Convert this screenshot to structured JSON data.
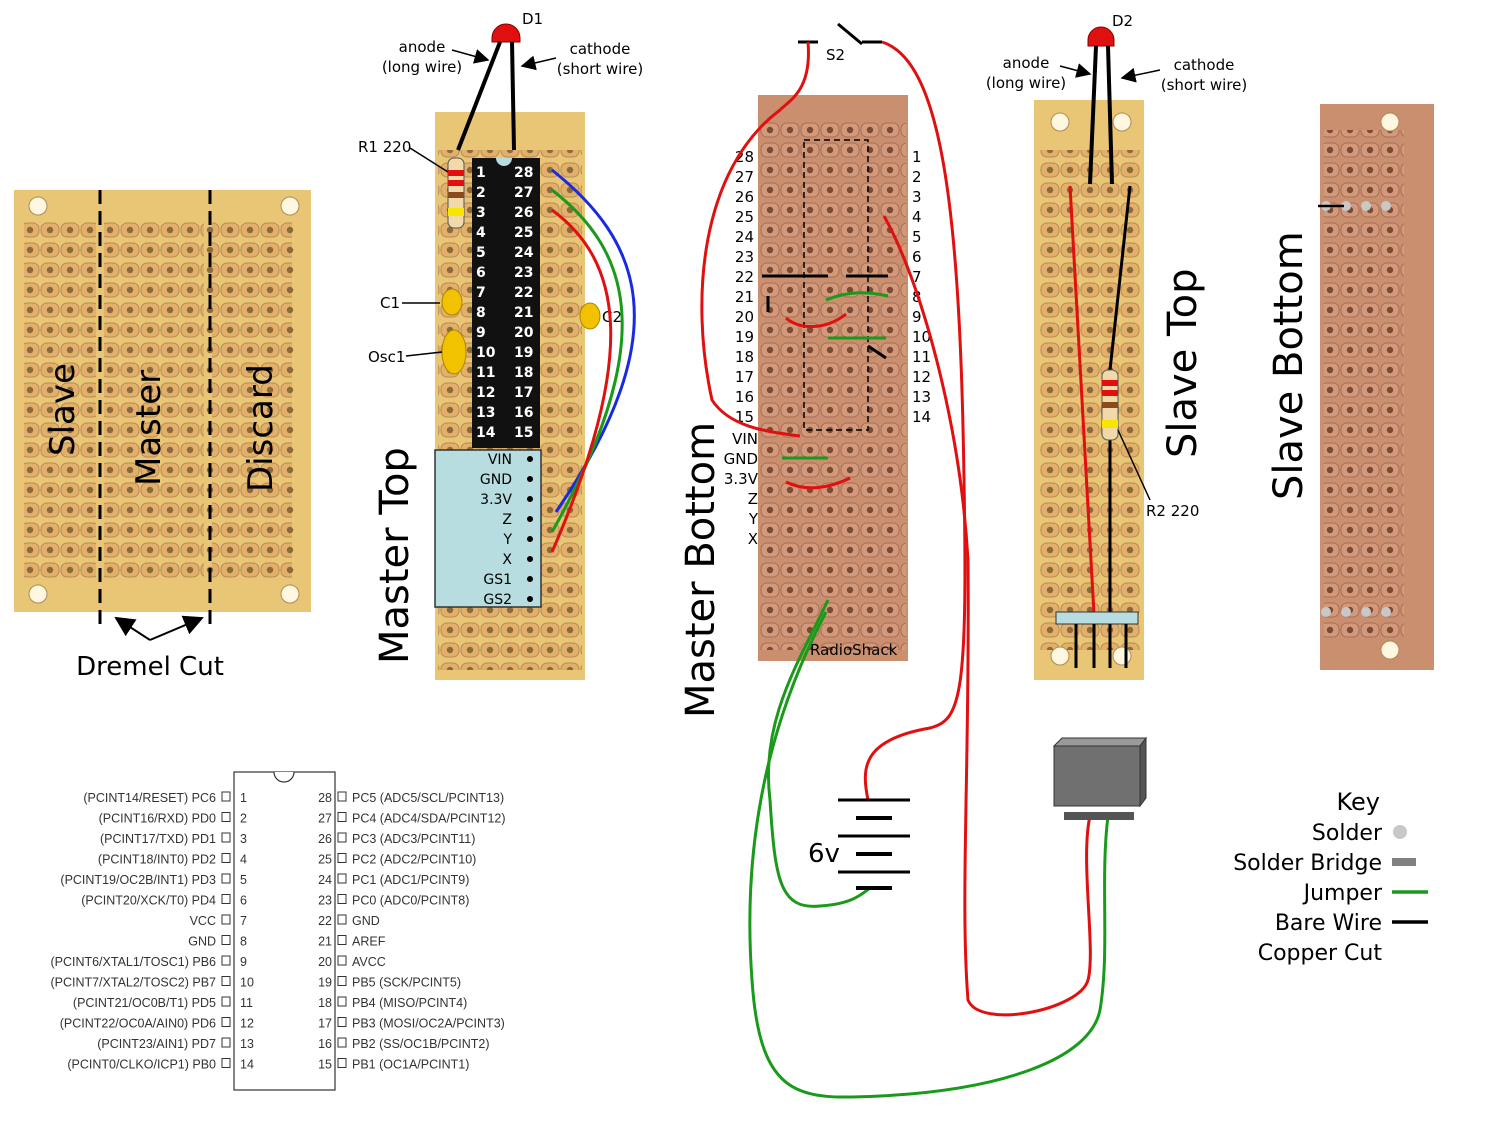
{
  "boards": {
    "overview": {
      "left": "Slave",
      "middle": "Master",
      "right": "Discard",
      "cut_label": "Dremel Cut"
    },
    "master_top": {
      "title": "Master Top",
      "led": {
        "name": "D1",
        "anode": "anode",
        "anode_sub": "(long wire)",
        "cathode": "cathode",
        "cathode_sub": "(short wire)"
      },
      "resistor": "R1 220",
      "c1": "C1",
      "c2": "C2",
      "osc": "Osc1",
      "chip_left": [
        "1",
        "2",
        "3",
        "4",
        "5",
        "6",
        "7",
        "8",
        "9",
        "10",
        "11",
        "12",
        "13",
        "14"
      ],
      "chip_right": [
        "28",
        "27",
        "26",
        "25",
        "24",
        "23",
        "22",
        "21",
        "20",
        "19",
        "18",
        "17",
        "16",
        "15"
      ],
      "module_pins": [
        "VIN",
        "GND",
        "3.3V",
        "Z",
        "Y",
        "X",
        "GS1",
        "GS2"
      ]
    },
    "master_bottom": {
      "title": "Master Bottom",
      "switch": "S2",
      "left_nums": [
        "28",
        "27",
        "26",
        "25",
        "24",
        "23",
        "22",
        "21",
        "20",
        "19",
        "18",
        "17",
        "16",
        "15"
      ],
      "right_nums": [
        "1",
        "2",
        "3",
        "4",
        "5",
        "6",
        "7",
        "8",
        "9",
        "10",
        "11",
        "12",
        "13",
        "14"
      ],
      "module_pins": [
        "VIN",
        "GND",
        "3.3V",
        "Z",
        "Y",
        "X"
      ],
      "battery": "6v",
      "board_text": "RadioShack"
    },
    "slave_top": {
      "title": "Slave Top",
      "led": {
        "name": "D2",
        "anode": "anode",
        "anode_sub": "(long wire)",
        "cathode": "cathode",
        "cathode_sub": "(short wire)"
      },
      "resistor": "R2 220"
    },
    "slave_bottom": {
      "title": "Slave Bottom"
    }
  },
  "pinout": {
    "left": [
      {
        "label": "(PCINT14/RESET) PC6",
        "num": "1"
      },
      {
        "label": "(PCINT16/RXD) PD0",
        "num": "2"
      },
      {
        "label": "(PCINT17/TXD) PD1",
        "num": "3"
      },
      {
        "label": "(PCINT18/INT0) PD2",
        "num": "4"
      },
      {
        "label": "(PCINT19/OC2B/INT1) PD3",
        "num": "5"
      },
      {
        "label": "(PCINT20/XCK/T0) PD4",
        "num": "6"
      },
      {
        "label": "VCC",
        "num": "7"
      },
      {
        "label": "GND",
        "num": "8"
      },
      {
        "label": "(PCINT6/XTAL1/TOSC1) PB6",
        "num": "9"
      },
      {
        "label": "(PCINT7/XTAL2/TOSC2) PB7",
        "num": "10"
      },
      {
        "label": "(PCINT21/OC0B/T1) PD5",
        "num": "11"
      },
      {
        "label": "(PCINT22/OC0A/AIN0) PD6",
        "num": "12"
      },
      {
        "label": "(PCINT23/AIN1) PD7",
        "num": "13"
      },
      {
        "label": "(PCINT0/CLKO/ICP1) PB0",
        "num": "14"
      }
    ],
    "right": [
      {
        "num": "28",
        "label": "PC5 (ADC5/SCL/PCINT13)"
      },
      {
        "num": "27",
        "label": "PC4 (ADC4/SDA/PCINT12)"
      },
      {
        "num": "26",
        "label": "PC3 (ADC3/PCINT11)"
      },
      {
        "num": "25",
        "label": "PC2 (ADC2/PCINT10)"
      },
      {
        "num": "24",
        "label": "PC1 (ADC1/PCINT9)"
      },
      {
        "num": "23",
        "label": "PC0 (ADC0/PCINT8)"
      },
      {
        "num": "22",
        "label": "GND"
      },
      {
        "num": "21",
        "label": "AREF"
      },
      {
        "num": "20",
        "label": "AVCC"
      },
      {
        "num": "19",
        "label": "PB5 (SCK/PCINT5)"
      },
      {
        "num": "18",
        "label": "PB4 (MISO/PCINT4)"
      },
      {
        "num": "17",
        "label": "PB3 (MOSI/OC2A/PCINT3)"
      },
      {
        "num": "16",
        "label": "PB2 (SS/OC1B/PCINT2)"
      },
      {
        "num": "15",
        "label": "PB1 (OC1A/PCINT1)"
      }
    ]
  },
  "key": {
    "title": "Key",
    "items": [
      {
        "label": "Solder",
        "color": "#c8c8c8"
      },
      {
        "label": "Solder Bridge",
        "color": "#808080"
      },
      {
        "label": "Jumper",
        "color": "#1a9a1a"
      },
      {
        "label": "Bare Wire",
        "color": "#000000"
      },
      {
        "label": "Copper Cut",
        "color": "#ffffff"
      }
    ]
  },
  "colors": {
    "board": "#e8c676",
    "copper": "#c8906a",
    "module": "#b8dde0",
    "red_wire": "#e01010",
    "green_wire": "#1a9a1a",
    "blue_wire": "#1a2ae0"
  }
}
